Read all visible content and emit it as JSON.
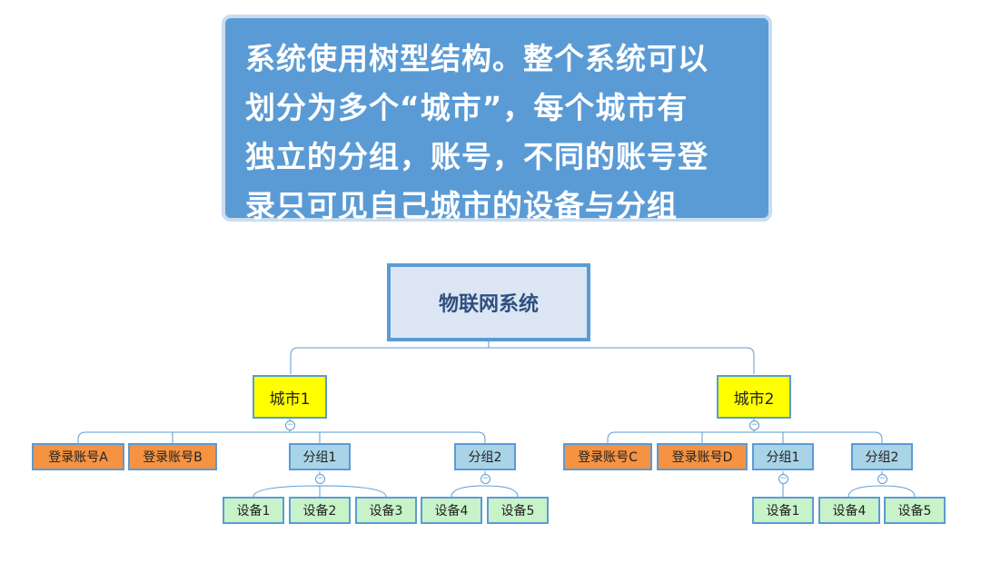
{
  "callout": {
    "lines": [
      "系统使用树型结构。整个系统可以",
      "划分为多个“城市”，每个城市有",
      "独立的分组，账号，不同的账号登",
      "录只可见自己城市的设备与分组"
    ]
  },
  "tree": {
    "root": "物联网系统",
    "city1": {
      "label": "城市1",
      "accounts": [
        "登录账号A",
        "登录账号B"
      ],
      "groups": [
        {
          "label": "分组1",
          "devices": [
            "设备1",
            "设备2",
            "设备3"
          ]
        },
        {
          "label": "分组2",
          "devices": [
            "设备4",
            "设备5"
          ]
        }
      ]
    },
    "city2": {
      "label": "城市2",
      "accounts": [
        "登录账号C",
        "登录账号D"
      ],
      "groups": [
        {
          "label": "分组1",
          "devices": [
            "设备1"
          ]
        },
        {
          "label": "分组2",
          "devices": [
            "设备4",
            "设备5"
          ]
        }
      ]
    }
  },
  "colors": {
    "callout_bg": "#5b9bd5",
    "root_bg": "#dbe5f4",
    "city_bg": "#ffff00",
    "account_bg": "#f59342",
    "group_bg": "#a9d3e6",
    "device_bg": "#c8f2c8",
    "connector": "#5b9bd5"
  }
}
